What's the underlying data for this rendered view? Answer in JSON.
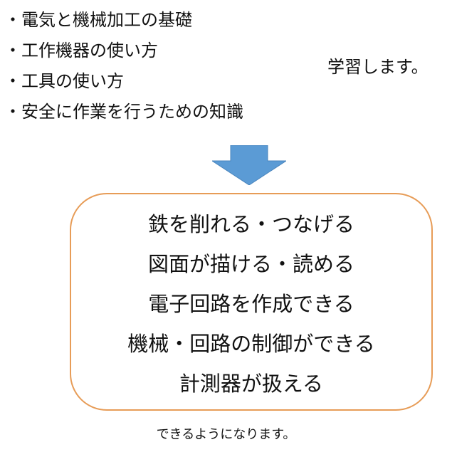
{
  "bullets": {
    "marker": "・",
    "items": [
      "電気と機械加工の基礎",
      "工作機器の使い方",
      "工具の使い方",
      "安全に作業を行うための知識"
    ]
  },
  "side_note": "学習します。",
  "arrow": {
    "icon": "down-arrow-icon",
    "color": "#5b9bd5"
  },
  "result_box": {
    "border_color": "#e79c57",
    "items": [
      "鉄を削れる・つなげる",
      "図面が描ける・読める",
      "電子回路を作成できる",
      "機械・回路の制御ができる",
      "計測器が扱える"
    ]
  },
  "footer_note": "できるようになります。"
}
